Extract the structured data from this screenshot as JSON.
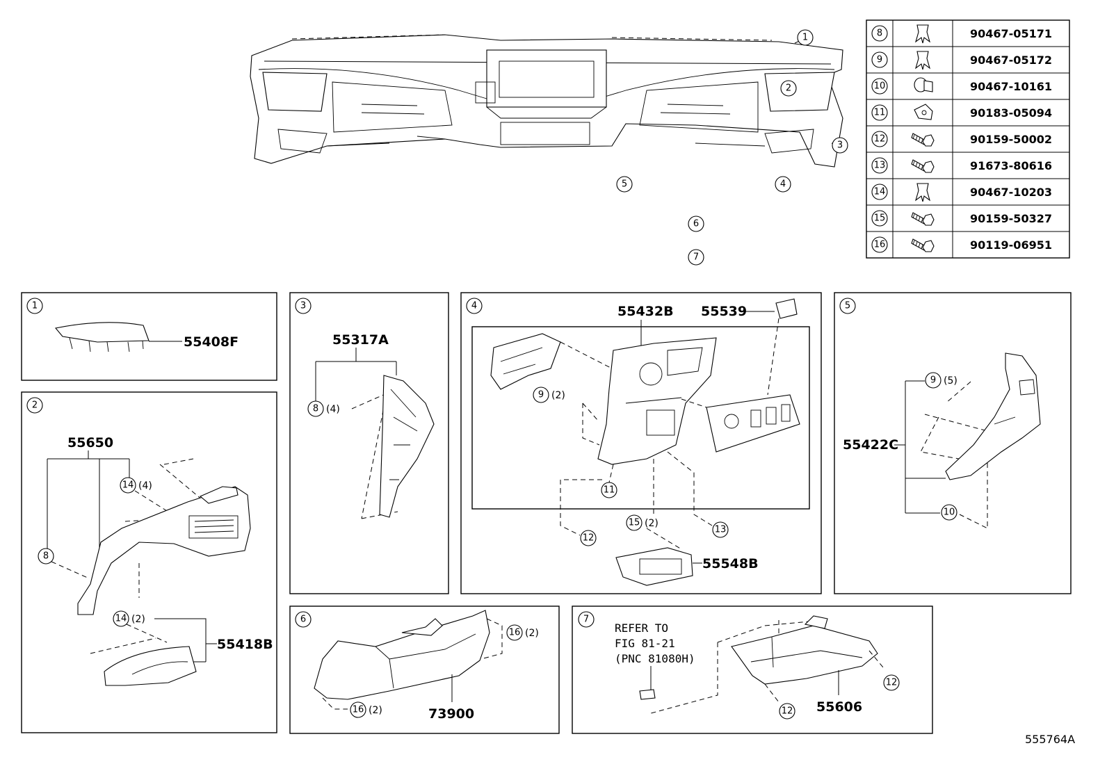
{
  "fasteners": [
    {
      "ref": "8",
      "part_no": "90467-05171",
      "icon": "clip-icon"
    },
    {
      "ref": "9",
      "part_no": "90467-05172",
      "icon": "clip-icon"
    },
    {
      "ref": "10",
      "part_no": "90467-10161",
      "icon": "push-rivet-icon"
    },
    {
      "ref": "11",
      "part_no": "90183-05094",
      "icon": "nut-clip-icon"
    },
    {
      "ref": "12",
      "part_no": "90159-50002",
      "icon": "screw-icon"
    },
    {
      "ref": "13",
      "part_no": "91673-80616",
      "icon": "bolt-icon"
    },
    {
      "ref": "14",
      "part_no": "90467-10203",
      "icon": "clip-icon"
    },
    {
      "ref": "15",
      "part_no": "90159-50327",
      "icon": "screw-icon"
    },
    {
      "ref": "16",
      "part_no": "90119-06951",
      "icon": "bolt-icon"
    }
  ],
  "overview_callouts": [
    "1",
    "2",
    "3",
    "4",
    "5",
    "6",
    "7"
  ],
  "panels": {
    "p1": {
      "num": "1",
      "part": "55408F"
    },
    "p2": {
      "num": "2",
      "part_a": "55650",
      "part_b": "55418B",
      "c8": "8",
      "c14a": "14",
      "q14a": "(4)",
      "c14b": "14",
      "q14b": "(2)"
    },
    "p3": {
      "num": "3",
      "part": "55317A",
      "c8": "8",
      "q8": "(4)"
    },
    "p4": {
      "num": "4",
      "part_a": "55432B",
      "part_b": "55539",
      "part_c": "55548B",
      "c9": "9",
      "q9": "(2)",
      "c11": "11",
      "c12": "12",
      "c13": "13",
      "c15": "15",
      "q15": "(2)"
    },
    "p5": {
      "num": "5",
      "part": "55422C",
      "c9": "9",
      "q9": "(5)",
      "c10": "10"
    },
    "p6": {
      "num": "6",
      "part": "73900",
      "c16a": "16",
      "q16a": "(2)",
      "c16b": "16",
      "q16b": "(2)"
    },
    "p7": {
      "num": "7",
      "part": "55606",
      "ref_lines": [
        "REFER TO",
        "FIG 81-21",
        "(PNC 81080H)"
      ],
      "c12a": "12",
      "c12b": "12"
    }
  },
  "figure_id": "555764A"
}
